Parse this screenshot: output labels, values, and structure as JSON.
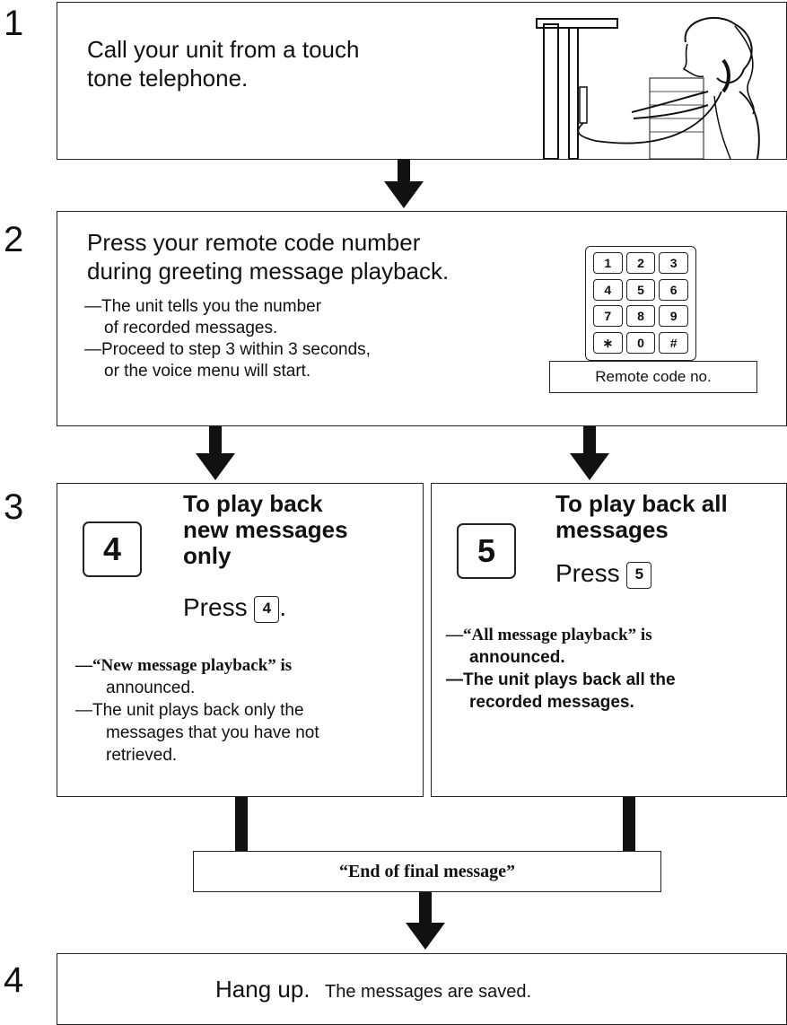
{
  "steps": {
    "s1": {
      "num": "1",
      "text1": "Call your unit from a touch",
      "text2": "tone telephone."
    },
    "s2": {
      "num": "2",
      "title1": "Press your remote code number",
      "title2": "during greeting message playback.",
      "note1a": "—The unit tells you the number",
      "note1b": "of recorded messages.",
      "note2a": "—Proceed to step 3 within 3 seconds,",
      "note2b": "or the voice menu will start.",
      "keypad_keys": [
        "1",
        "2",
        "3",
        "4",
        "5",
        "6",
        "7",
        "8",
        "9",
        "∗",
        "0",
        "#"
      ],
      "keypad_caption": "Remote code no."
    },
    "s3": {
      "num": "3",
      "left": {
        "key": "4",
        "title1": "To play back",
        "title2": "new messages",
        "title3": "only",
        "press": "Press",
        "press_key": "4",
        "press_end": ".",
        "note1a": "—“New message playback” is",
        "note1b": "announced.",
        "note2a": "—The unit plays back only the",
        "note2b": "messages that you have not",
        "note2c": "retrieved."
      },
      "right": {
        "key": "5",
        "title1": "To play back all",
        "title2": "messages",
        "press": "Press",
        "press_key": "5",
        "note1a": "—“All message playback” is",
        "note1b": "announced.",
        "note2a": "—The unit plays back all the",
        "note2b": "recorded messages."
      },
      "end_label": "“End of final message”"
    },
    "s4": {
      "num": "4",
      "hang": "Hang up.",
      "saved": "The messages are saved."
    }
  }
}
